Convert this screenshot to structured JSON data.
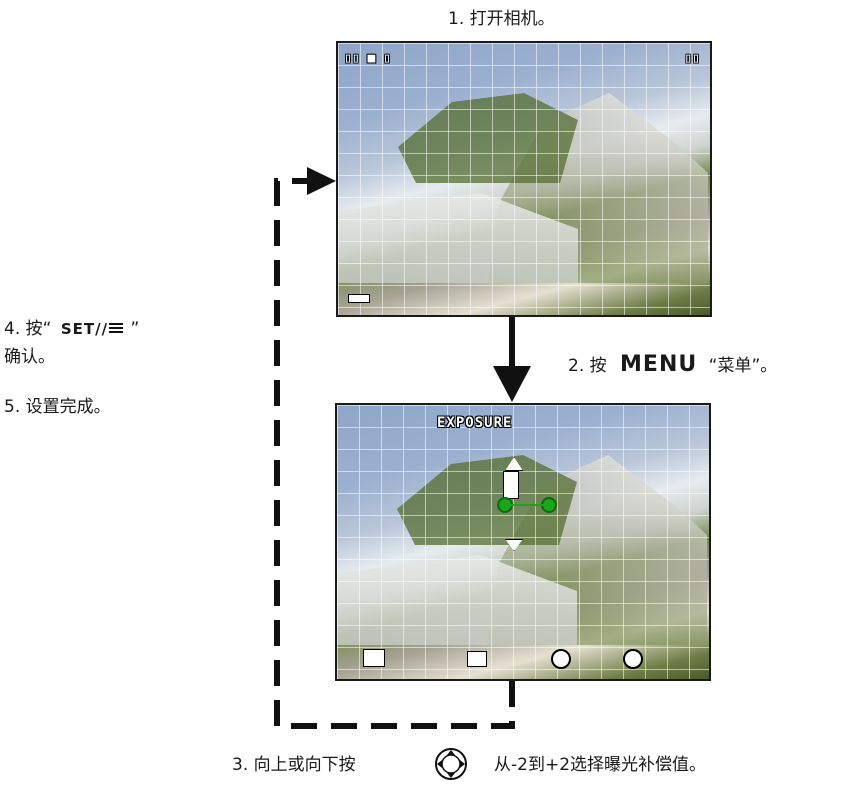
{
  "steps": {
    "step1": "1. 打开相机。",
    "step2_prefix": "2. 按",
    "step2_key": "MENU",
    "step2_suffix": "“菜单”。",
    "step3_prefix": "3. 向上或向下按",
    "step3_suffix": "从-2到+2选择曝光补偿值。",
    "step4_prefix": "4. 按“",
    "step4_key": "SET/",
    "step4_suffix": "”",
    "step4_line2": "确认。",
    "step5": "5. 设置完成。"
  },
  "screen_top": {
    "osd_left": "▯▯ ■ ▯",
    "osd_right": "▯▯"
  },
  "screen_bottom": {
    "menu_title": "EXPOSURE",
    "bottom_icons": [
      "exposure-icon",
      "flash-icon",
      "scene-icon",
      "timer-icon"
    ]
  },
  "icons": {
    "nav_pad": "directional-pad-icon",
    "arrow_down": "arrow-down-icon",
    "arrow_right": "arrow-right-icon"
  },
  "colors": {
    "line": "#111111",
    "highlight": "#1aa61a",
    "sky": "#8fa6c8",
    "rock": "#b9b6ad",
    "grass": "#4f6a2f"
  }
}
